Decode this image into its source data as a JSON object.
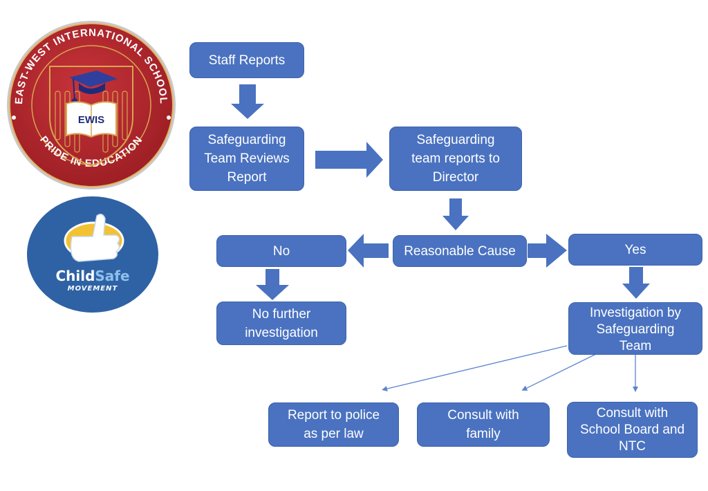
{
  "colors": {
    "box_fill": "#4a72c0",
    "box_text": "#ffffff",
    "arrow": "#4a72c0",
    "connector": "#5b83cf",
    "school_logo_red": "#b3262c",
    "school_logo_gold": "#d9a550",
    "childsafe_blue": "#2f62a4",
    "childsafe_yellow": "#f2c233"
  },
  "logos": {
    "school": {
      "ring_text_top": "EAST-WEST INTERNATIONAL SCHOOL",
      "ring_text_bottom": "PRIDE IN EDUCATION",
      "book_text": "EWIS"
    },
    "childsafe": {
      "name_part1": "Child",
      "name_part2": "Safe",
      "subtitle": "MOVEMENT"
    }
  },
  "flowchart": {
    "nodes": {
      "staff_reports": "Staff Reports",
      "team_reviews": "Safeguarding\nTeam Reviews\nReport",
      "reports_to_director": "Safeguarding\nteam reports to\nDirector",
      "reasonable_cause": "Reasonable Cause",
      "no": "No",
      "yes": "Yes",
      "no_further": "No further\ninvestigation",
      "investigation": "Investigation by\nSafeguarding\nTeam",
      "police": "Report to police\nas per law",
      "family": "Consult with\nfamily",
      "board": "Consult with\nSchool Board and\nNTC"
    },
    "edges": [
      {
        "from": "staff_reports",
        "to": "team_reviews",
        "style": "block-arrow"
      },
      {
        "from": "team_reviews",
        "to": "reports_to_director",
        "style": "block-arrow"
      },
      {
        "from": "reports_to_director",
        "to": "reasonable_cause",
        "style": "block-arrow"
      },
      {
        "from": "reasonable_cause",
        "to": "no",
        "style": "block-arrow"
      },
      {
        "from": "reasonable_cause",
        "to": "yes",
        "style": "block-arrow"
      },
      {
        "from": "no",
        "to": "no_further",
        "style": "block-arrow"
      },
      {
        "from": "yes",
        "to": "investigation",
        "style": "block-arrow"
      },
      {
        "from": "investigation",
        "to": "police",
        "style": "thin-arrow"
      },
      {
        "from": "investigation",
        "to": "family",
        "style": "thin-arrow"
      },
      {
        "from": "investigation",
        "to": "board",
        "style": "thin-arrow"
      }
    ]
  }
}
